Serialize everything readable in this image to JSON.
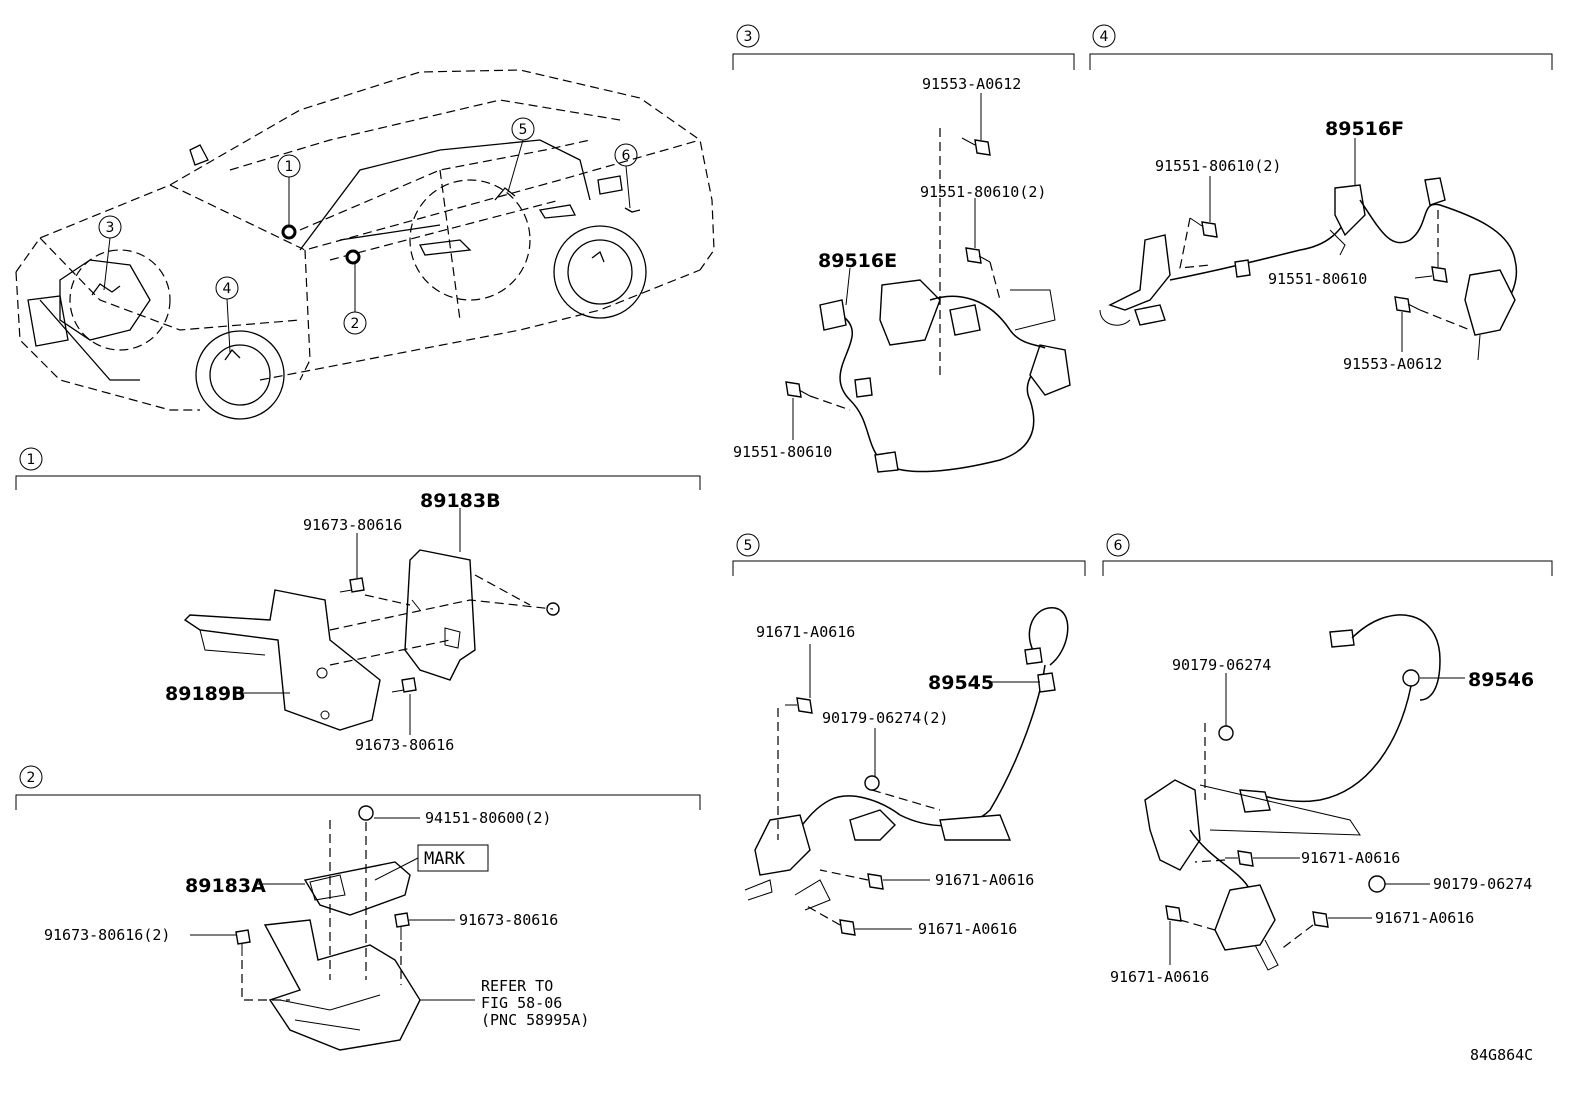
{
  "diagram_code": "84G864C",
  "car": {
    "callouts": [
      "1",
      "2",
      "3",
      "4",
      "5",
      "6"
    ]
  },
  "sections": {
    "s1": {
      "number": "1",
      "labels": {
        "p89183B": "89183B",
        "p91673_top": "91673-80616",
        "p89189B": "89189B",
        "p91673_bottom": "91673-80616"
      }
    },
    "s2": {
      "number": "2",
      "labels": {
        "p94151": "94151-80600(2)",
        "mark": "MARK",
        "p89183A": "89183A",
        "p91673_left": "91673-80616(2)",
        "p91673_right": "91673-80616",
        "refer_1": "REFER TO",
        "refer_2": "FIG 58-06",
        "refer_3": "(PNC 58995A)"
      }
    },
    "s3": {
      "number": "3",
      "labels": {
        "p91553": "91553-A0612",
        "p91551_2": "91551-80610(2)",
        "p89516E": "89516E",
        "p91551": "91551-80610"
      }
    },
    "s4": {
      "number": "4",
      "labels": {
        "p89516F": "89516F",
        "p91551_2": "91551-80610(2)",
        "p91551": "91551-80610",
        "p91553": "91553-A0612"
      }
    },
    "s5": {
      "number": "5",
      "labels": {
        "p91671_top": "91671-A0616",
        "p89545": "89545",
        "p90179_2": "90179-06274(2)",
        "p91671_mid": "91671-A0616",
        "p91671_bot": "91671-A0616"
      }
    },
    "s6": {
      "number": "6",
      "labels": {
        "p90179_top": "90179-06274",
        "p89546": "89546",
        "p91671_right1": "91671-A0616",
        "p90179_right": "90179-06274",
        "p91671_right2": "91671-A0616",
        "p91671_left": "91671-A0616"
      }
    }
  }
}
